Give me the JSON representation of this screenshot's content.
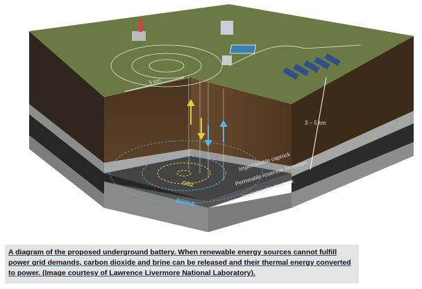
{
  "diagram": {
    "labels": {
      "distance": "5 km",
      "depth": "3 – 5 km",
      "caprock": "Impermeable caprock",
      "reservoir": "Permeable reservoir  formation",
      "bedrock": "Impermeable bedrock",
      "co2": "CO2",
      "brine": "BRINE"
    },
    "colors": {
      "surface": "#6b7a45",
      "soil": "#5a3e22",
      "caprock": "#9a9a98",
      "reservoir": "#2e2e2e",
      "bedrock": "#8a8a8a",
      "co2_arrow": "#e0d23a",
      "brine_arrow": "#5ab4e6"
    }
  },
  "caption": {
    "text": "A diagram of the proposed underground battery. When renewable energy sources cannot fulfill power grid demands, carbon dioxide and brine can be released and their thermal energy converted to power. (Image courtesy of Lawrence Livermore National Laboratory)."
  }
}
